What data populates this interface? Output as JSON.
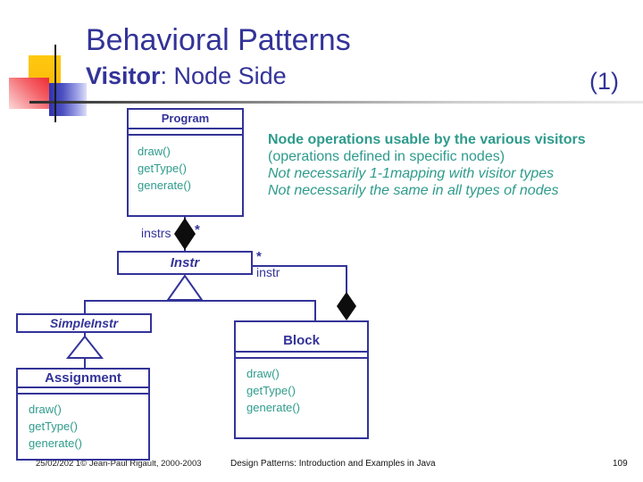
{
  "slide": {
    "title": "Behavioral Patterns",
    "subtitle_bold": "Visitor",
    "subtitle_rest": ": Node Side",
    "page_marker": "(1)"
  },
  "annotation": {
    "line1": "Node operations usable by the various visitors",
    "line2": "(operations defined in specific nodes)",
    "line3": "Not necessarily 1-1mapping with visitor types",
    "line4": "Not necessarily the same in all types of nodes"
  },
  "diagram": {
    "classes": {
      "program": {
        "name": "Program",
        "methods": [
          "draw()",
          "getType()",
          "generate()"
        ]
      },
      "instr": {
        "name": "Instr"
      },
      "simpleinstr": {
        "name": "SimpleInstr"
      },
      "assignment": {
        "name": "Assignment",
        "methods": [
          "draw()",
          "getType()",
          "generate()"
        ]
      },
      "block": {
        "name": "Block",
        "methods": [
          "draw()",
          "getType()",
          "generate()"
        ]
      }
    },
    "labels": {
      "instrs_role": "instrs",
      "instrs_multiplicity": "*",
      "instr_multiplicity": "*",
      "instr_role": "instr"
    }
  },
  "footer": {
    "left": "25/02/202 1© Jean-Paul Rigault, 2000-2003",
    "center": "Design Patterns: Introduction and Examples in Java",
    "page": "109"
  },
  "colors": {
    "navy": "#333399",
    "teal": "#2e9b8c",
    "diamond_black": "#0d0d0d"
  }
}
